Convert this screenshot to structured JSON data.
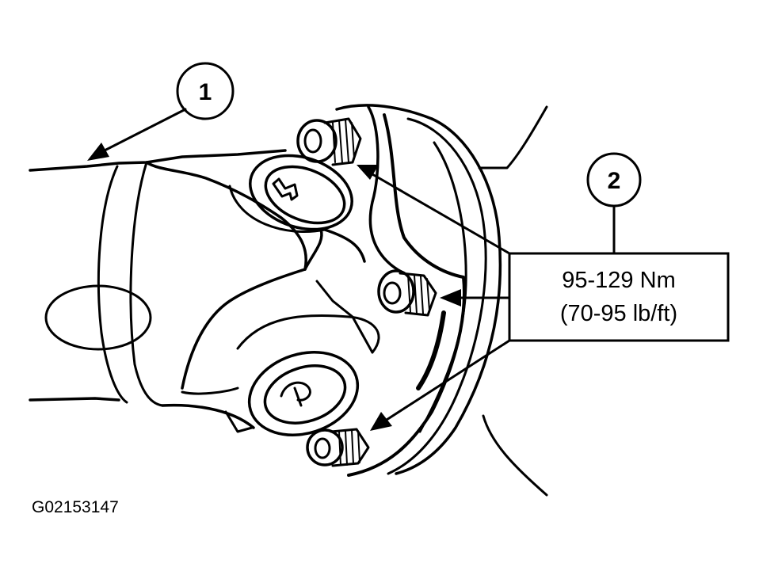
{
  "callouts": [
    {
      "number": "1"
    },
    {
      "number": "2"
    }
  ],
  "torque_label": {
    "line1": "95-129 Nm",
    "line2": "(70-95 lb/ft)"
  },
  "figure_id": "G02153147",
  "colors": {
    "ink": "#000000",
    "paper": "#ffffff"
  }
}
